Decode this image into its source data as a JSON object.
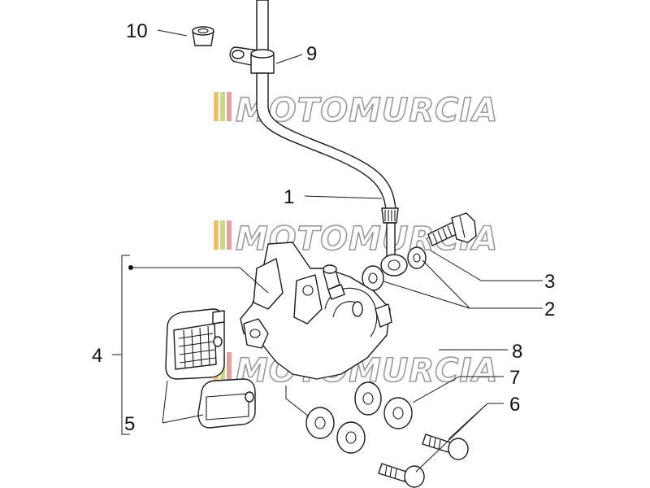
{
  "watermark": {
    "text": "MOTOMURCIA"
  },
  "labels": [
    {
      "id": "1",
      "text": "1"
    },
    {
      "id": "2",
      "text": "2"
    },
    {
      "id": "3",
      "text": "3"
    },
    {
      "id": "4",
      "text": "4"
    },
    {
      "id": "5",
      "text": "5"
    },
    {
      "id": "6",
      "text": "6"
    },
    {
      "id": "7",
      "text": "7"
    },
    {
      "id": "8",
      "text": "8"
    },
    {
      "id": "9",
      "text": "9"
    },
    {
      "id": "10",
      "text": "10"
    }
  ]
}
